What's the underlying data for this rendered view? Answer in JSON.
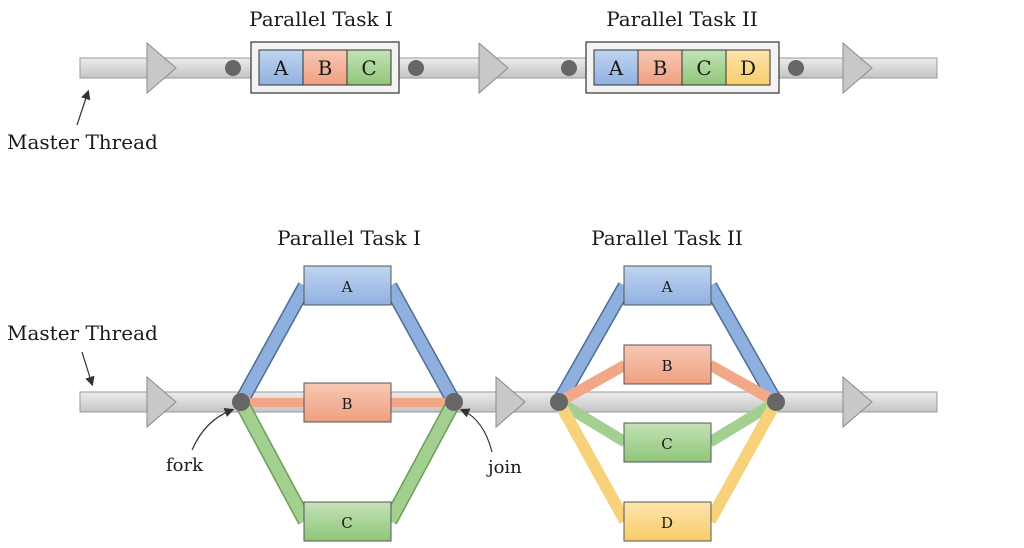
{
  "colors": {
    "a": "#a6c3e8",
    "b": "#f4b49a",
    "c": "#a8d49a",
    "d": "#fcd98f",
    "a_band": "#7a9fd4",
    "b_band": "#f0a07e",
    "c_band": "#86c070",
    "d_band": "#f7cb60",
    "thread": "#d6d6d6",
    "node": "#666666"
  },
  "top": {
    "task1_title": "Parallel Task I",
    "task2_title": "Parallel Task II",
    "task1_cells": [
      "A",
      "B",
      "C"
    ],
    "task2_cells": [
      "A",
      "B",
      "C",
      "D"
    ],
    "master_label": "Master Thread"
  },
  "bottom": {
    "task1_title": "Parallel Task I",
    "task2_title": "Parallel Task II",
    "master_label": "Master Thread",
    "fork_label": "fork",
    "join_label": "join",
    "task1_boxes": [
      "A",
      "B",
      "C"
    ],
    "task2_boxes": [
      "A",
      "B",
      "C",
      "D"
    ]
  }
}
